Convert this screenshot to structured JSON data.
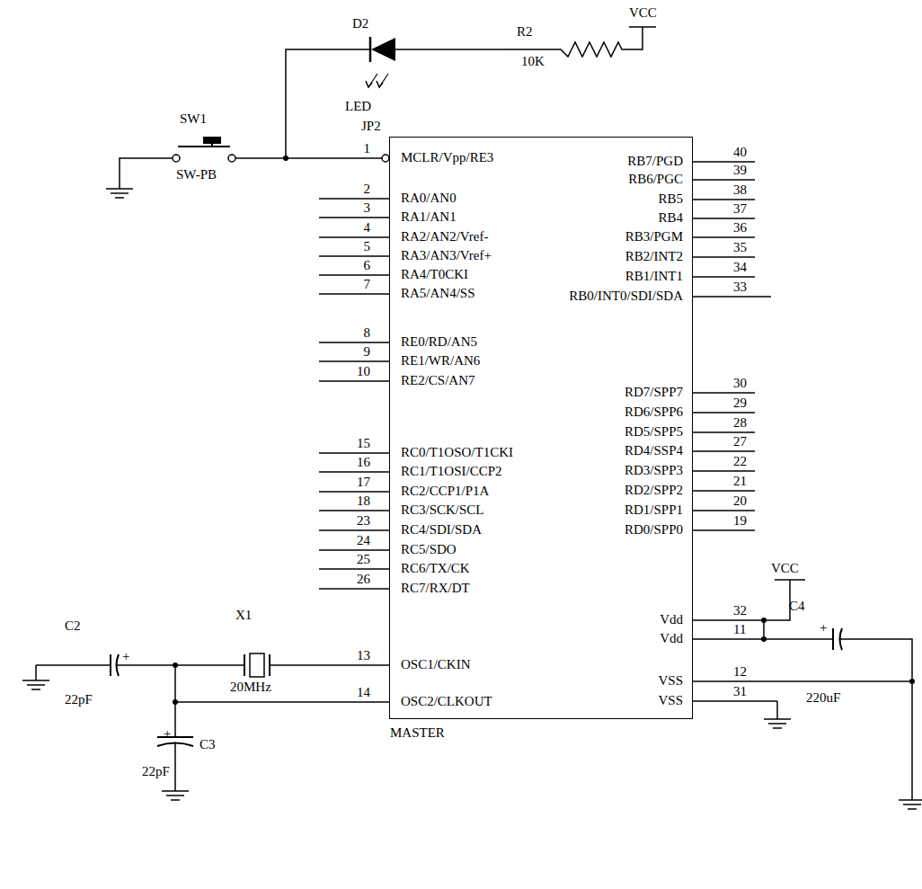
{
  "diagram": {
    "nodes": [
      {
        "text": [
          "MCLR/Vpp/RE3",
          "RA0/AN0",
          "RA1/AN1",
          "RA2/AN2/Vref-",
          "RA3/AN3/Vref+",
          "RA4/T0CKI",
          "RA5/AN4/SS",
          "RE0/RD/AN5",
          "RE1/WR/AN6",
          "RE2/CS/AN7",
          "RC0/T1OSO/T1CKI",
          "RC1/T1OSI/CCP2",
          "RC2/CCP1/P1A",
          "RC3/SCK/SCL",
          "RC4/SDI/SDA",
          "RC5/SDO",
          "RC6/TX/CK",
          "RC7/RX/DT",
          "OSC1/CKIN",
          "OSC2/CLKOUT",
          "RB7/PGD",
          "RB6/PGC",
          "RB5",
          "RB4",
          "RB3/PGM",
          "RB2/INT2",
          "RB1/INT1",
          "RB0/INT0/SDI/SDA",
          "RD7/SPP7",
          "RD6/SPP6",
          "RD5/SPP5",
          "RD4/SSP4",
          "RD3/SPP3",
          "RD2/SPP2",
          "RD1/SPP1",
          "RD0/SPP0",
          "Vdd",
          "Vdd",
          "VSS",
          "VSS",
          "MASTER"
        ]
      }
    ],
    "labels": [
      "VCC",
      "D2",
      "R2",
      "10K",
      "SW1",
      "SW-PB",
      "LED",
      "JP2",
      "1",
      "2",
      "3",
      "4",
      "5",
      "6",
      "7",
      "8",
      "9",
      "10",
      "15",
      "16",
      "17",
      "18",
      "23",
      "24",
      "25",
      "26",
      "13",
      "14",
      "40",
      "39",
      "38",
      "37",
      "36",
      "35",
      "34",
      "33",
      "30",
      "29",
      "28",
      "27",
      "22",
      "21",
      "20",
      "19",
      "32",
      "11",
      "12",
      "31",
      "C2",
      "+",
      "22pF",
      "X1",
      "20MHz",
      "C3",
      "+",
      "22pF",
      "VCC",
      "C4",
      "+",
      "220uF"
    ]
  }
}
